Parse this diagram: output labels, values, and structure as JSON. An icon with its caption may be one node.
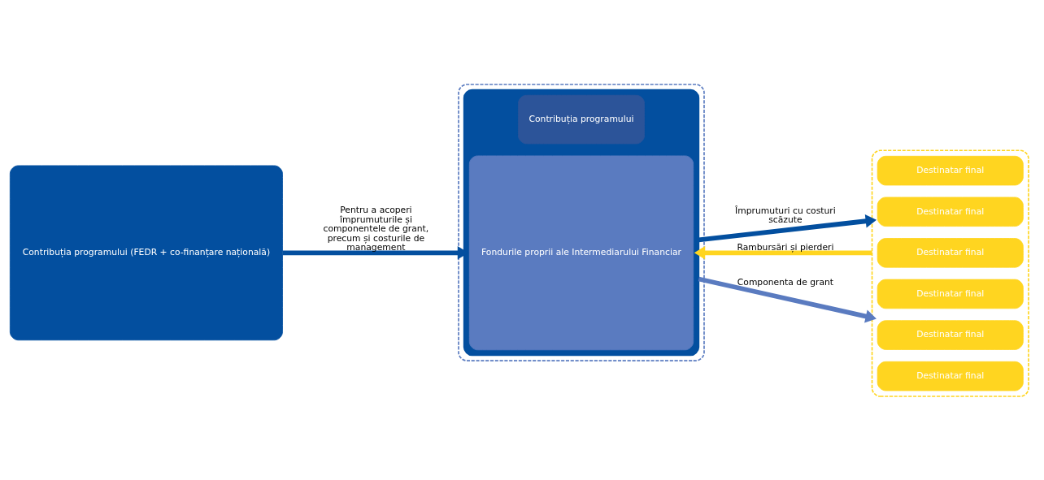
{
  "diagram": {
    "nodes": [
      {
        "text": [
          "Contribuția programului (FEDR + co-finanțare națională)"
        ]
      },
      {
        "text": [],
        "shape": "box"
      },
      {
        "text": [],
        "shape": "box",
        "in": 1
      },
      {
        "text": [
          "Contribuția programului"
        ],
        "in": 2
      },
      {
        "text": [
          "Fondurile proprii ale Intermediarului Financiar"
        ],
        "in": 2
      },
      {
        "text": [],
        "shape": "box"
      },
      {
        "text": [
          "Destinatar final"
        ],
        "in": 5
      },
      {
        "text": [
          "Destinatar final"
        ],
        "in": 5
      },
      {
        "text": [
          "Destinatar final"
        ],
        "in": 5
      },
      {
        "text": [
          "Destinatar final"
        ],
        "in": 5
      },
      {
        "text": [
          "Destinatar final"
        ],
        "in": 5
      },
      {
        "text": [
          "Destinatar final"
        ],
        "in": 5
      }
    ],
    "edges": [
      {
        "from": 0,
        "to": 2,
        "arrow": "to",
        "label": "Pentru a acoperi împrumuturile și componentele de grant, precum și costurile de management"
      },
      {
        "from": 2,
        "to": 5,
        "arrow": "to",
        "label": "Împrumuturi cu costuri scăzute"
      },
      {
        "from": 5,
        "to": 2,
        "arrow": "to",
        "label": "Rambursări și pierderi",
        "color": "#ffd520"
      },
      {
        "from": 2,
        "to": 5,
        "arrow": "to",
        "label": "Componenta de grant",
        "color": "#5a7bc0"
      }
    ]
  }
}
